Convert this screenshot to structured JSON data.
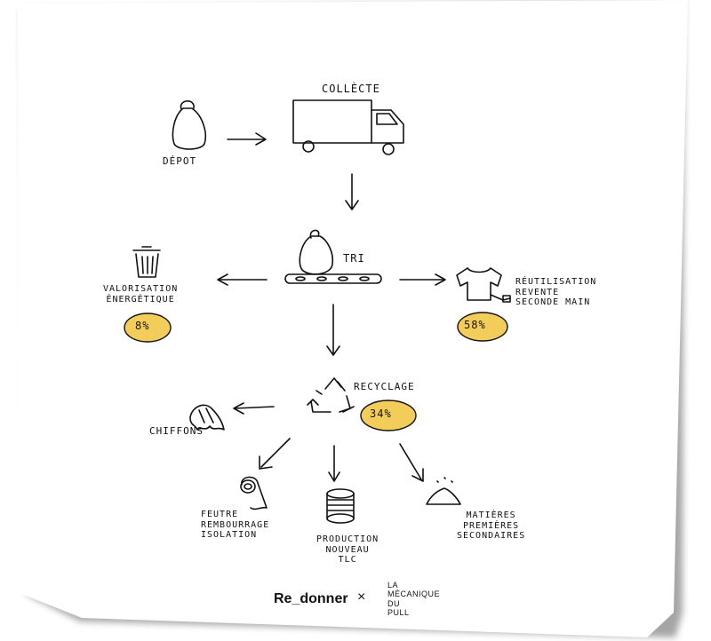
{
  "colors": {
    "badge": "#f2cd5a",
    "ink": "#111111",
    "paper": "#ffffff"
  },
  "icons": [
    "bag-icon",
    "truck-icon",
    "trash-bin-icon",
    "conveyor-bag-icon",
    "tshirt-icon",
    "recycle-icon",
    "rag-icon",
    "felt-roll-icon",
    "spool-icon",
    "powder-pile-icon"
  ],
  "nodes": {
    "depot": "DÉPOT",
    "collecte": "COLLÈCTE",
    "tri": "TRI",
    "valorisation": "VALORISATION\nÉNERGÉTIQUE",
    "valorisation_pct": "8%",
    "reutilisation": "RÉUTILISATION\nREVENTE\nSECONDE MAIN",
    "reutilisation_pct": "58%",
    "recyclage": "RECYCLAGE",
    "recyclage_pct": "34%",
    "chiffons": "CHIFFONS",
    "feutre": "FEUTRE\nREMBOURRAGE\nISOLATION",
    "production": "PRODUCTION\nNOUVEAU\nTLC",
    "matieres": "MATIÈRES\nPREMIÈRES\nSECONDAIRES"
  },
  "footer": {
    "brand_redonner": "Re_donner",
    "cross": "×",
    "brand_mecanique": "LA\nMÉCANIQUE\nDU\nPULL"
  }
}
